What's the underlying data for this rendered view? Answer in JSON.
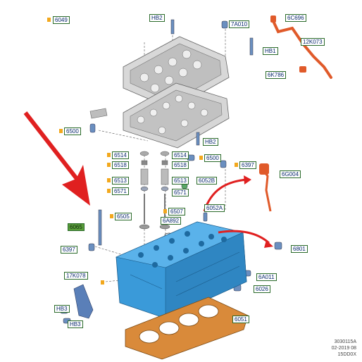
{
  "labels": {
    "p6049": "6049",
    "hb2_top": "HB2",
    "p6c696": "6C696",
    "p7a010": "7A010",
    "p12k073": "12K073",
    "hb1": "HB1",
    "p6k786": "6K786",
    "p6500_left": "6500",
    "hb2_mid": "HB2",
    "p6514_left": "6514",
    "p6514_right": "6514",
    "p6518_left": "6518",
    "p6518_right": "6518",
    "p6500_right": "6500",
    "p6397_right": "6397",
    "p6g004": "6G004",
    "p6513_left": "6513",
    "p6513_right": "6513",
    "p6052b": "6052B",
    "p6571_left": "6571",
    "p6571_right": "6571",
    "p6052a": "6052A",
    "p6507": "6507",
    "p6505": "6505",
    "p6a892": "6A892",
    "p6065": "6065",
    "p6801": "6801",
    "p6397_left": "6397",
    "p17k078": "17K078",
    "p6a011": "6A011",
    "p6026": "6026",
    "hb3_top": "HB3",
    "p6051": "6051",
    "hb3_bottom": "HB3"
  },
  "footer": {
    "line1": "3030115A",
    "line2": "02-2019 08",
    "line3": "15DD0X"
  },
  "colors": {
    "head": "#3a9ad9",
    "gasket": "#d98a3a",
    "sensor": "#e05a2a",
    "arrow": "#e02020",
    "label_border": "#2a6a2a",
    "label_fill": "#5a9e3a",
    "marker": "#f2a81d"
  }
}
